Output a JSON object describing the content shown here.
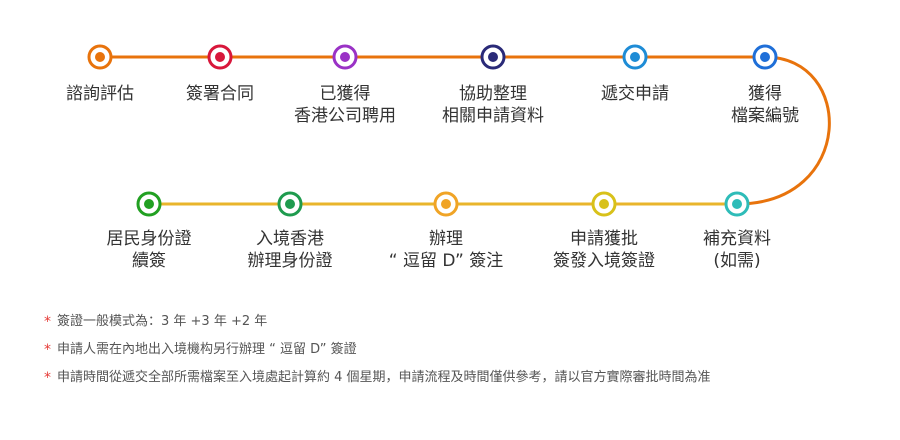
{
  "colors": {
    "line_top": "#e8730c",
    "line_bottom": "#e9b52b"
  },
  "steps_top": [
    {
      "label": "諮詢評估",
      "color": "#e8730c"
    },
    {
      "label": "簽署合同",
      "color": "#d8173b"
    },
    {
      "label": "已獲得\n香港公司聘用",
      "color": "#9a32c6"
    },
    {
      "label": "協助整理\n相關申請資料",
      "color": "#2a2a78"
    },
    {
      "label": "遞交申請",
      "color": "#1e8cd6"
    },
    {
      "label": "獲得\n檔案編號",
      "color": "#1f6fd8"
    }
  ],
  "steps_bottom": [
    {
      "label": "居民身份證\n續簽",
      "color": "#22a022"
    },
    {
      "label": "入境香港\n辦理身份證",
      "color": "#1f9b4e"
    },
    {
      "label": "辦理\n“ 逗留 D” 簽注",
      "color": "#f0a426"
    },
    {
      "label": "申請獲批\n簽發入境簽證",
      "color": "#d8c11a"
    },
    {
      "label": "補充資料\n(如需)",
      "color": "#2ebcb8"
    }
  ],
  "notes": [
    "簽證一般模式為：3 年 +3 年 +2 年",
    "申請人需在內地出入境機构另行辦理 “ 逗留 D” 簽證",
    "申請時間從遞交全部所需檔案至入境處起計算約 4 個星期，申請流程及時間僅供參考，請以官方實際審批時間為准"
  ],
  "note_marker": "*"
}
